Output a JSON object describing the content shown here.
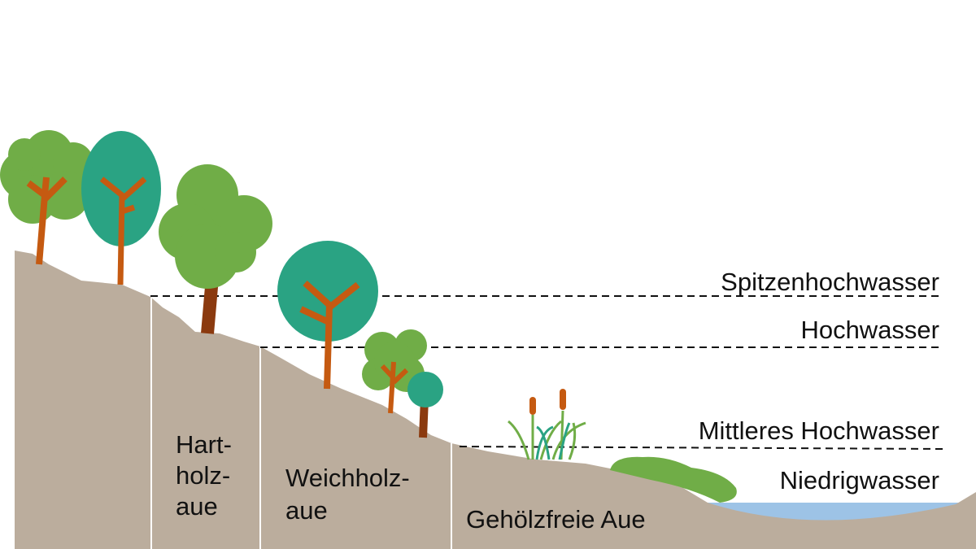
{
  "water_levels": {
    "peak_flood": "Spitzenhochwasser",
    "flood": "Hochwasser",
    "mean_flood": "Mittleres Hochwasser",
    "low_water": "Niedrigwasser"
  },
  "zones": {
    "hardwood": [
      "Hart-",
      "holz-",
      "aue"
    ],
    "softwood": [
      "Weichholz-",
      "aue"
    ],
    "treeless": "Gehölzfreie Aue"
  },
  "colors": {
    "ground": "#bbad9d",
    "water": "#9dc3e6",
    "tree_light": "#70ad47",
    "tree_teal": "#2aa383",
    "trunk": "#c55a11",
    "trunk_dark": "#8b3a0f"
  }
}
